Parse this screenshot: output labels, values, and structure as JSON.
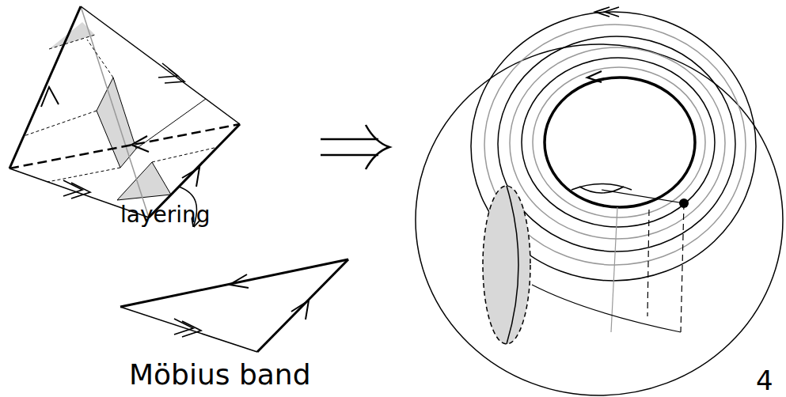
{
  "diagram": {
    "labels": [
      "layering",
      "Möbius band",
      "4"
    ]
  }
}
